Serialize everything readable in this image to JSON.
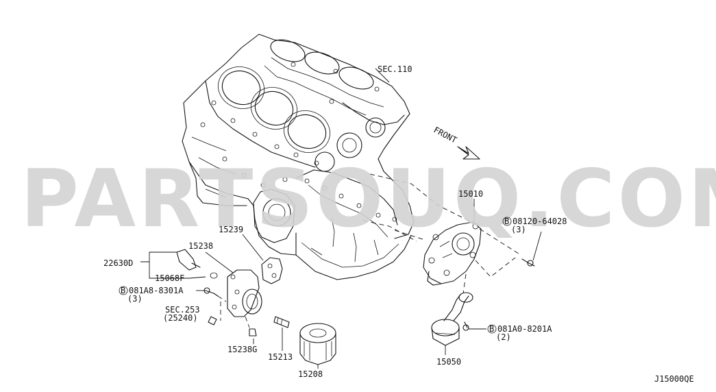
{
  "watermark": "PARTSOUQ.COM",
  "diagram_code": "J15000QE",
  "front_label": "FRONT",
  "labels": {
    "sec110": "SEC.110",
    "p15010": "15010",
    "bolt64028": "08120-64028",
    "bolt64028_qty": "(3)",
    "p15239": "15239",
    "p15238": "15238",
    "p22630d": "22630D",
    "p15068f": "15068F",
    "bolt8301a": "081A8-8301A",
    "bolt8301a_qty": "(3)",
    "sec253": "SEC.253",
    "sec253_ref": "(25240)",
    "p15238g": "15238G",
    "p15213": "15213",
    "p15208": "15208",
    "bolt8201a": "081A0-8201A",
    "bolt8201a_qty": "(2)",
    "p15050": "15050"
  },
  "bolt_marker": "B"
}
